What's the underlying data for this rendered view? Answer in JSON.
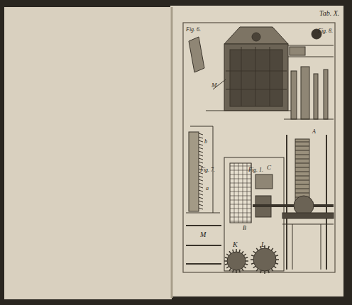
{
  "diagram": {
    "labels": [
      "Tab. X.",
      "Fig. 6.",
      "Fig. 8.",
      "M",
      "Fig. 7.",
      "Fig. 1.",
      "C",
      "A",
      "B",
      "b",
      "a",
      "M",
      "K",
      "L"
    ]
  }
}
